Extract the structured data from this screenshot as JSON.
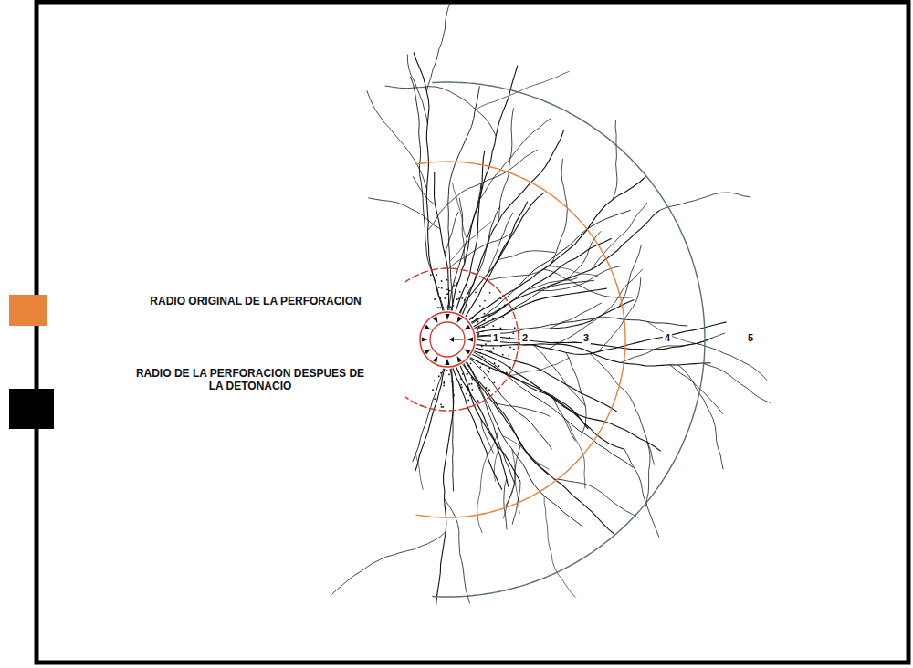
{
  "diagram": {
    "labels": [
      "1",
      "2",
      "3",
      "4",
      "5"
    ],
    "legend": [
      {
        "text": "RADIO ORIGINAL DE LA PERFORACION",
        "color": "#e8833a"
      },
      {
        "text": "RADIO DE LA PERFORACION DESPUES DE LA DETONACIO",
        "color": "#000000"
      }
    ]
  }
}
